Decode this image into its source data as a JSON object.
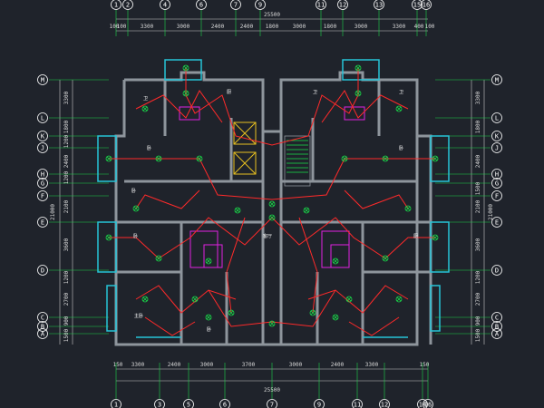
{
  "drawing": {
    "colors": {
      "background": "#1f232b",
      "wall": "#8e959c",
      "grid": "#1fd34a",
      "dimension": "#c8c8c8",
      "window": "#27c4d8",
      "wire": "#ff2a2a",
      "fixture": "#18e24a",
      "sanitary": "#e020e0",
      "elevator": "#e8c020",
      "text": "#ffffff"
    },
    "top_axes": [
      "1",
      "2",
      "4",
      "6",
      "7",
      "9",
      "11",
      "12",
      "13",
      "15",
      "16"
    ],
    "bottom_axes": [
      "1",
      "3",
      "5",
      "6",
      "7",
      "9",
      "11",
      "12",
      "14",
      "16"
    ],
    "side_axes": [
      "M",
      "L",
      "K",
      "J",
      "H",
      "G",
      "F",
      "E",
      "D",
      "C",
      "B",
      "A"
    ],
    "top_overall": "25500",
    "top_dims": [
      "100",
      "100",
      "3300",
      "3000",
      "2400",
      "2400",
      "1800",
      "3000",
      "1800",
      "3000",
      "3300",
      "400",
      "100"
    ],
    "bottom_overall": "25500",
    "bottom_dims": [
      "150",
      "3300",
      "2400",
      "3000",
      "3700",
      "3000",
      "2400",
      "3300",
      "150"
    ],
    "left_overall": "21000",
    "left_dims": [
      "3300",
      "1800",
      "1200",
      "2400",
      "1200",
      "2100",
      "3600",
      "1200",
      "2700",
      "900",
      "1500"
    ],
    "right_overall": "21000",
    "right_dims": [
      "3300",
      "1800",
      "2400",
      "1500",
      "2100",
      "3600",
      "1200",
      "2700",
      "900",
      "1500"
    ],
    "room_labels": [
      "卫",
      "厨",
      "卧",
      "卧",
      "客厅",
      "卧",
      "主卧",
      "卧",
      "卫",
      "卫",
      "卧",
      "厨"
    ]
  }
}
